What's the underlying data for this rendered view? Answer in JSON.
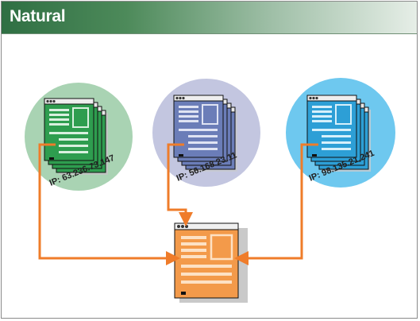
{
  "header": {
    "title": "Natural"
  },
  "servers": [
    {
      "id": "green",
      "ip_label": "IP: 63.236.73.147",
      "circle_color": "#a9d3b3",
      "page_color": "#2e9d4f"
    },
    {
      "id": "blue",
      "ip_label": "IP: 56.168.23.11",
      "circle_color": "#c3c6e0",
      "page_color": "#6b7db8"
    },
    {
      "id": "cyan",
      "ip_label": "IP: 98.135.21.241",
      "circle_color": "#6ec8ef",
      "page_color": "#2d9fd6"
    }
  ],
  "client": {
    "page_color": "#f39a4a"
  },
  "colors": {
    "arrow": "#ef7c2a",
    "frame": "#8a8a8a"
  }
}
